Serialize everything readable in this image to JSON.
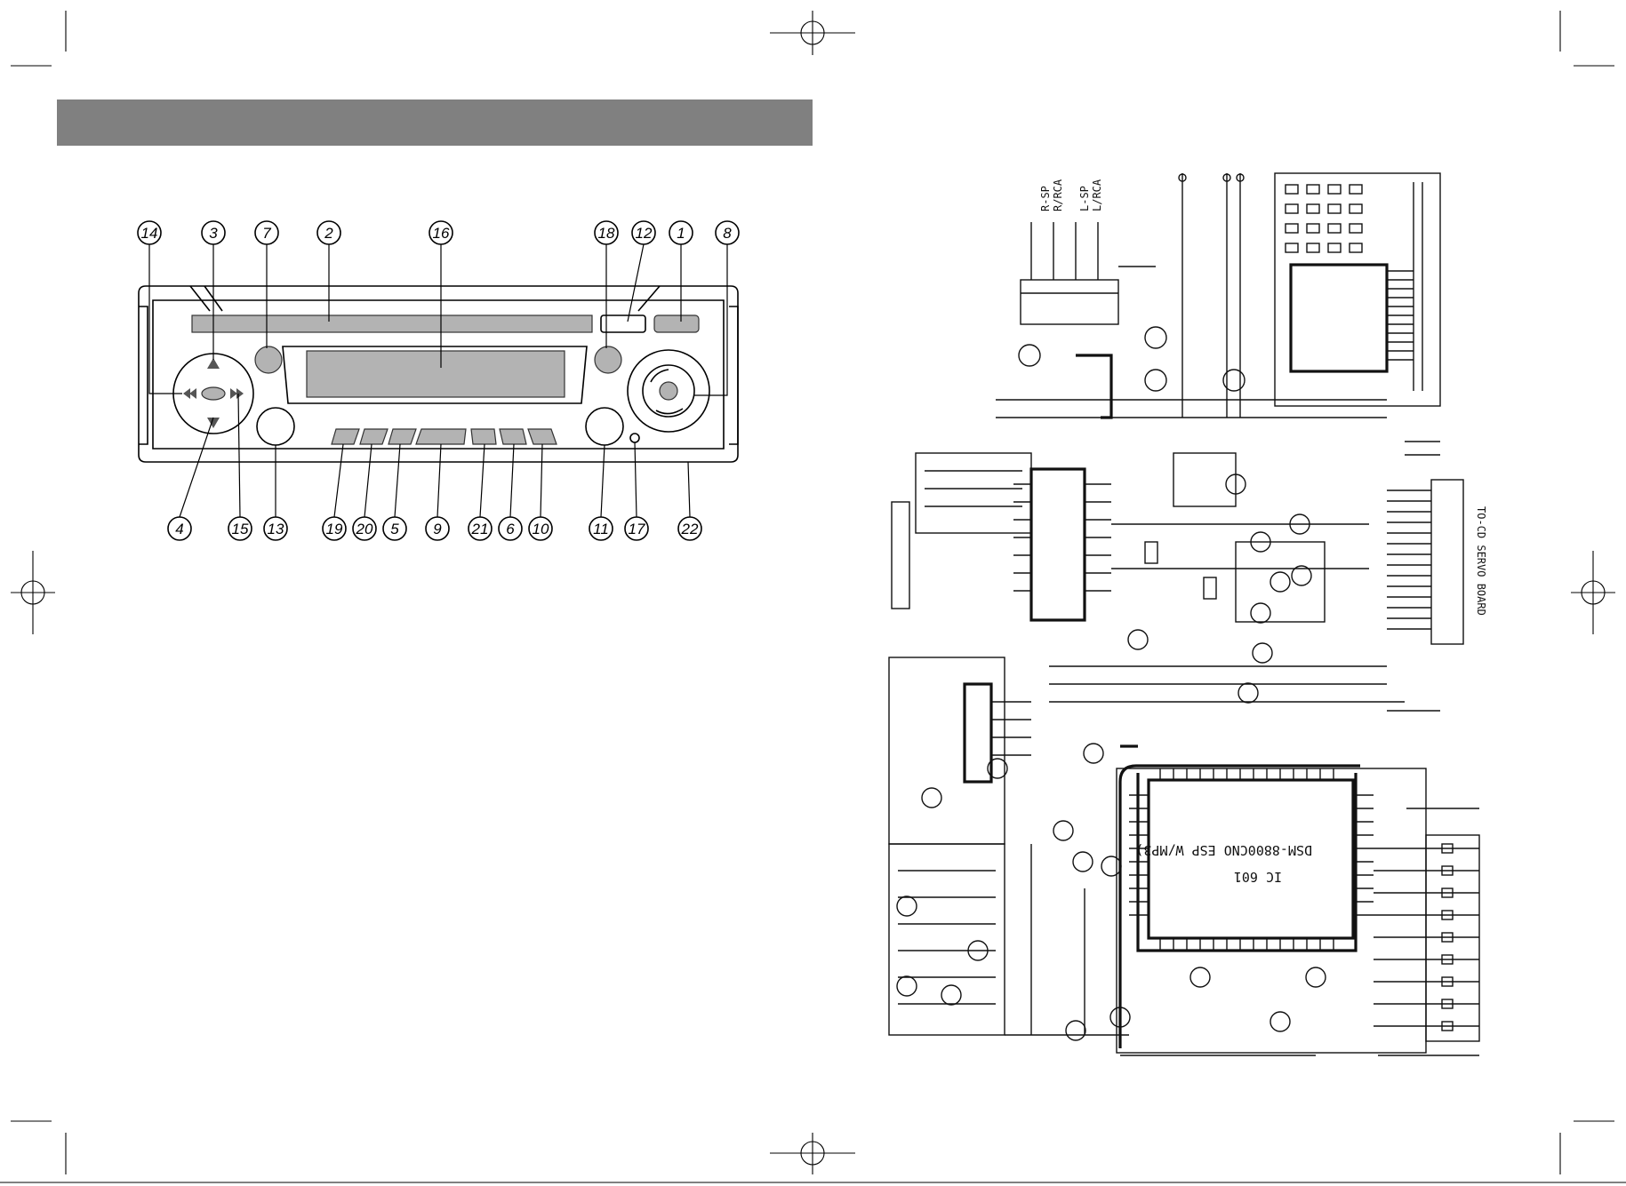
{
  "header_bar": {
    "color": "#808080",
    "text": ""
  },
  "callouts": {
    "top": [
      "14",
      "3",
      "7",
      "2",
      "16",
      "18",
      "12",
      "1",
      "8"
    ],
    "bottom": [
      "4",
      "15",
      "13",
      "19",
      "20",
      "5",
      "9",
      "21",
      "6",
      "10",
      "11",
      "17",
      "22"
    ]
  },
  "schematic": {
    "output_labels": [
      "R-SP",
      "R/RCA",
      "L-SP",
      "L/RCA"
    ],
    "connector_label": "TO-CD SERVO BOARD",
    "ic_main_line1": "DSM-8800CNO ESP W/MP3)",
    "ic_main_line2": "IC 601"
  },
  "colors": {
    "panel_grey": "#b3b3b3",
    "line": "#111111",
    "header": "#808080"
  }
}
